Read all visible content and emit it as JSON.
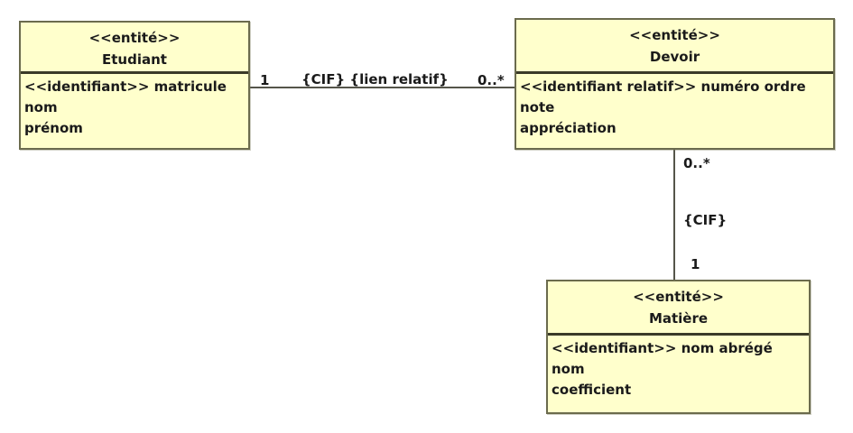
{
  "diagram": {
    "type": "uml-entity-relationship",
    "colors": {
      "entity_fill": "#ffffcc",
      "entity_border": "#6b6b4d",
      "header_divider": "#3a3a28",
      "association_line": "#55554a",
      "text": "#1a1a1a",
      "background": "#ffffff"
    },
    "entities": [
      {
        "id": "etudiant",
        "stereotype": "<<entité>>",
        "name": "Etudiant",
        "attributes": [
          "<<identifiant>> matricule",
          "nom",
          "prénom"
        ]
      },
      {
        "id": "devoir",
        "stereotype": "<<entité>>",
        "name": "Devoir",
        "attributes": [
          "<<identifiant relatif>> numéro ordre",
          "note",
          "appréciation"
        ]
      },
      {
        "id": "matiere",
        "stereotype": "<<entité>>",
        "name": "Matière",
        "attributes": [
          "<<identifiant>> nom abrégé",
          "nom",
          "coefficient"
        ]
      }
    ],
    "associations": [
      {
        "id": "etudiant-devoir",
        "orientation": "horizontal",
        "source": "Etudiant",
        "target": "Devoir",
        "source_cardinality": "1",
        "target_cardinality": "0..*",
        "constraints": "{CIF} {lien relatif}"
      },
      {
        "id": "devoir-matiere",
        "orientation": "vertical",
        "source": "Devoir",
        "target": "Matière",
        "source_cardinality": "0..*",
        "target_cardinality": "1",
        "constraints": "{CIF}"
      }
    ]
  }
}
